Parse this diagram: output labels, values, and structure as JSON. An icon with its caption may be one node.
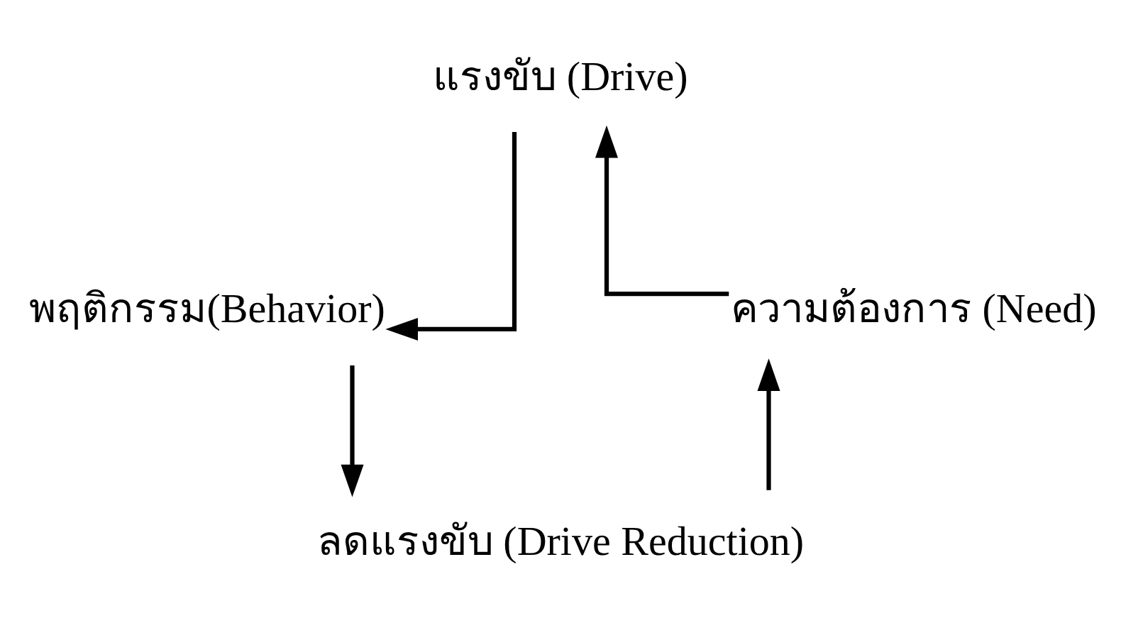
{
  "diagram": {
    "nodes": [
      {
        "text": [
          "แรงขับ (Drive)"
        ]
      },
      {
        "text": [
          "ความต้องการ (Need)"
        ]
      },
      {
        "text": [
          "พฤติกรรม(Behavior)"
        ]
      },
      {
        "text": [
          "ลดแรงขับ (Drive Reduction)"
        ]
      }
    ],
    "edges": [
      {
        "from": 1,
        "to": 0,
        "arrow": "to"
      },
      {
        "from": 0,
        "to": 2,
        "arrow": "to"
      },
      {
        "from": 2,
        "to": 3,
        "arrow": "to"
      },
      {
        "from": 3,
        "to": 1,
        "arrow": "to"
      }
    ]
  }
}
